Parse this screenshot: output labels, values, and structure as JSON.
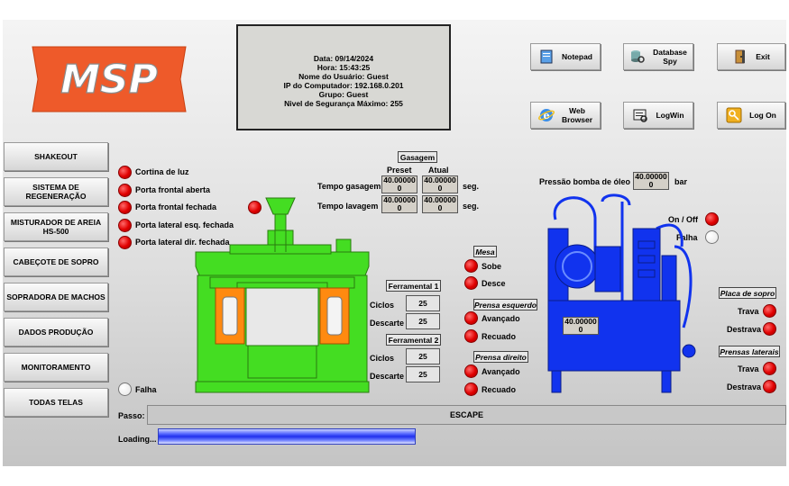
{
  "logo": {
    "text": "MSP",
    "color": "#ee5a2a"
  },
  "info": {
    "date": "Data: 09/14/2024",
    "time": "Hora: 15:43:25",
    "user": "Nome do Usuário: Guest",
    "ip": "IP do Computador: 192.168.0.201",
    "group": "Grupo: Guest",
    "security": "Nivel de Segurança Máximo: 255"
  },
  "toolbar": {
    "notepad": "Notepad",
    "database_spy_1": "Database",
    "database_spy_2": "Spy",
    "exit": "Exit",
    "web_browser_1": "Web",
    "web_browser_2": "Browser",
    "logwin": "LogWin",
    "logon": "Log On"
  },
  "sidebar": {
    "items": [
      {
        "line1": "SHAKEOUT",
        "line2": ""
      },
      {
        "line1": "SISTEMA DE",
        "line2": "REGENERAÇÃO"
      },
      {
        "line1": "MISTURADOR DE AREIA",
        "line2": "HS-500"
      },
      {
        "line1": "CABEÇOTE DE SOPRO",
        "line2": ""
      },
      {
        "line1": "SOPRADORA DE MACHOS",
        "line2": ""
      },
      {
        "line1": "DADOS PRODUÇÃO",
        "line2": ""
      },
      {
        "line1": "MONITORAMENTO",
        "line2": ""
      },
      {
        "line1": "TODAS TELAS",
        "line2": ""
      }
    ]
  },
  "sensors": [
    "Cortina de luz",
    "Porta frontal aberta",
    "Porta frontal fechada",
    "Porta lateral esq. fechada",
    "Porta lateral dir. fechada"
  ],
  "falha_left": "Falha",
  "gasagem": {
    "title": "Gasagem",
    "preset_label": "Preset",
    "atual_label": "Atual",
    "tempo_gasagem": "Tempo gasagem",
    "tempo_lavagem": "Tempo lavagem",
    "unit": "seg.",
    "g_preset_1": "40.00000",
    "g_preset_2": "0",
    "g_atual_1": "40.00000",
    "g_atual_2": "0",
    "l_preset_1": "40.00000",
    "l_preset_2": "0",
    "l_atual_1": "40.00000",
    "l_atual_2": "0"
  },
  "ferramental1": {
    "title": "Ferramental 1",
    "ciclos_label": "Ciclos",
    "ciclos": "25",
    "descarte_label": "Descarte",
    "descarte": "25"
  },
  "ferramental2": {
    "title": "Ferramental 2",
    "ciclos_label": "Ciclos",
    "ciclos": "25",
    "descarte_label": "Descarte",
    "descarte": "25"
  },
  "mesa": {
    "title": "Mesa",
    "sobe": "Sobe",
    "desce": "Desce"
  },
  "prensa_esq": {
    "title": "Prensa esquerdo",
    "avancado": "Avançado",
    "recuado": "Recuado"
  },
  "prensa_dir": {
    "title": "Prensa direito",
    "avancado": "Avançado",
    "recuado": "Recuado"
  },
  "hydraulic": {
    "pressao_label": "Pressão bomba de óleo",
    "pressao_1": "40.00000",
    "pressao_2": "0",
    "unit": "bar",
    "onoff": "On / Off",
    "falha": "Falha",
    "tank_1": "40.00000",
    "tank_2": "0"
  },
  "placa_sopro": {
    "title": "Placa de sopro",
    "trava": "Trava",
    "destrava": "Destrava"
  },
  "prensas_laterais": {
    "title": "Prensas laterais",
    "trava": "Trava",
    "destrava": "Destrava"
  },
  "passo": {
    "label": "Passo:",
    "value": "ESCAPE"
  },
  "loading": {
    "label": "Loading...",
    "progress": 0.42
  },
  "colors": {
    "led_on": "#e00000",
    "machine": "#44dd22",
    "hydraulic": "#1133ee",
    "accent": "#ee5a2a"
  }
}
